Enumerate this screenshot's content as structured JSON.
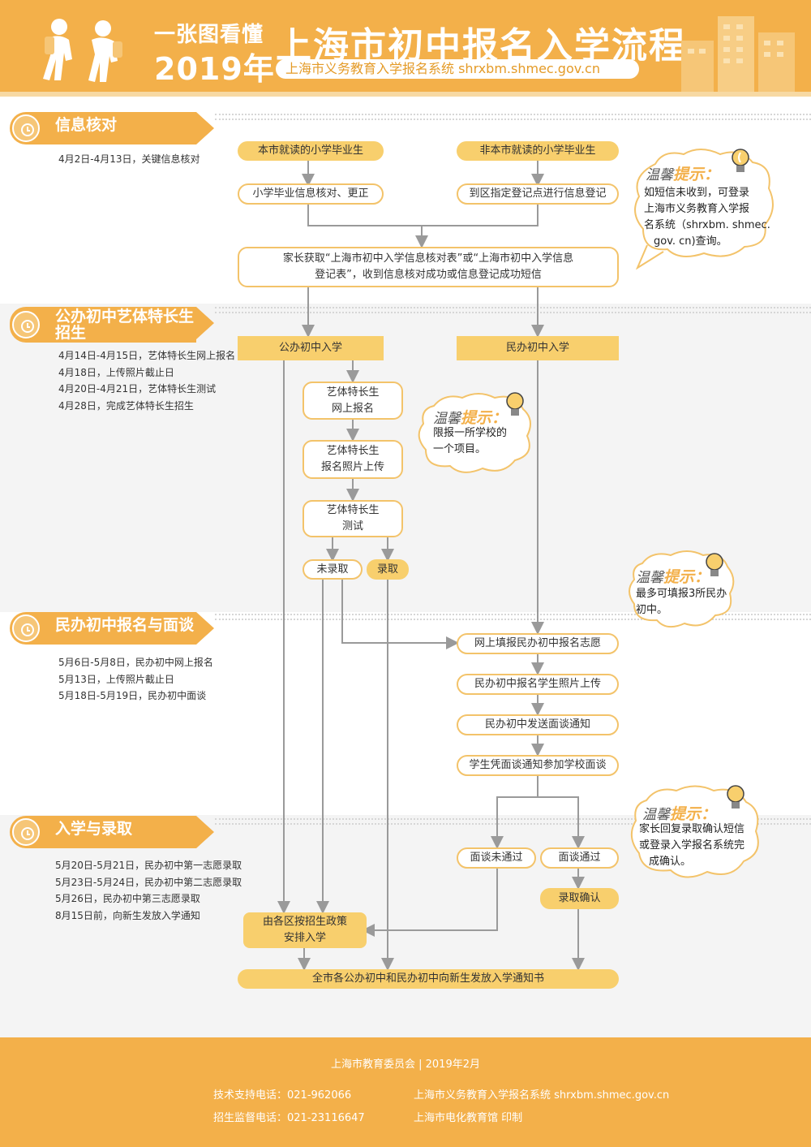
{
  "header": {
    "subtitle": "一张图看懂",
    "year": "2019年",
    "title": "上海市初中报名入学流程",
    "url_line": "上海市义务教育入学报名系统 shrxbm.shmec.gov.cn"
  },
  "sections": [
    {
      "title": "信息核对",
      "dates": [
        "4月2日-4月13日，关键信息核对"
      ]
    },
    {
      "title": "公办初中艺体特长生",
      "title_line2": "招生",
      "dates": [
        "4月14日-4月15日，艺体特长生网上报名",
        "4月18日，上传照片截止日",
        "4月20日-4月21日，艺体特长生测试",
        "4月28日，完成艺体特长生招生"
      ]
    },
    {
      "title": "民办初中报名与面谈",
      "dates": [
        "5月6日-5月8日，民办初中网上报名",
        "5月13日，上传照片截止日",
        "5月18日-5月19日，民办初中面谈"
      ]
    },
    {
      "title": "入学与录取",
      "dates": [
        "5月20日-5月21日，民办初中第一志愿录取",
        "5月23日-5月24日，民办初中第二志愿录取",
        "5月26日，民办初中第三志愿录取",
        "8月15日前，向新生发放入学通知"
      ]
    }
  ],
  "flow": {
    "local_grad": "本市就读的小学毕业生",
    "nonlocal_grad": "非本市就读的小学毕业生",
    "local_check": "小学毕业信息核对、更正",
    "nonlocal_register": "到区指定登记点进行信息登记",
    "parent_form_line1": "家长获取“上海市初中入学信息核对表”或“上海市初中入学信息",
    "parent_form_line2": "登记表”，收到信息核对成功或信息登记成功短信",
    "public_entry": "公办初中入学",
    "private_entry": "民办初中入学",
    "art_apply_line1": "艺体特长生",
    "art_apply_line2": "网上报名",
    "art_photo_line1": "艺体特长生",
    "art_photo_line2": "报名照片上传",
    "art_test_line1": "艺体特长生",
    "art_test_line2": "测试",
    "not_admitted": "未录取",
    "admitted": "录取",
    "private_apply": "网上填报民办初中报名志愿",
    "private_photo": "民办初中报名学生照片上传",
    "private_notice": "民办初中发送面谈通知",
    "private_interview": "学生凭面谈通知参加学校面谈",
    "interview_fail": "面谈未通过",
    "interview_pass": "面谈通过",
    "admit_confirm": "录取确认",
    "district_line1": "由各区按招生政策",
    "district_line2": "安排入学",
    "final_notice": "全市各公办初中和民办初中向新生发放入学通知书"
  },
  "tips": [
    {
      "title_a": "温馨",
      "title_b": "提示：",
      "lines": [
        "如短信未收到，可登录",
        "上海市义务教育入学报",
        "名系统（shrxbm. shmec.",
        "gov. cn)查询。"
      ]
    },
    {
      "title_a": "温馨",
      "title_b": "提示：",
      "lines": [
        "限报一所学校的",
        "一个项目。"
      ]
    },
    {
      "title_a": "温馨",
      "title_b": "提示：",
      "lines": [
        "最多可填报3所民办",
        "初中。"
      ]
    },
    {
      "title_a": "温馨",
      "title_b": "提示：",
      "lines": [
        "家长回复录取确认短信",
        "或登录入学报名系统完",
        "成确认。"
      ]
    }
  ],
  "footer": {
    "org_date": "上海市教育委员会 | 2019年2月",
    "tech_phone": "技术支持电话：021-962066",
    "supervise_phone": "招生监督电话：021-23116647",
    "system_url": "上海市义务教育入学报名系统 shrxbm.shmec.gov.cn",
    "printer": "上海市电化教育馆 印制"
  },
  "colors": {
    "accent": "#f3b04a",
    "box_fill": "#f8cf6d",
    "box_border": "#f3c36a",
    "arrow": "#9a9a9a"
  }
}
